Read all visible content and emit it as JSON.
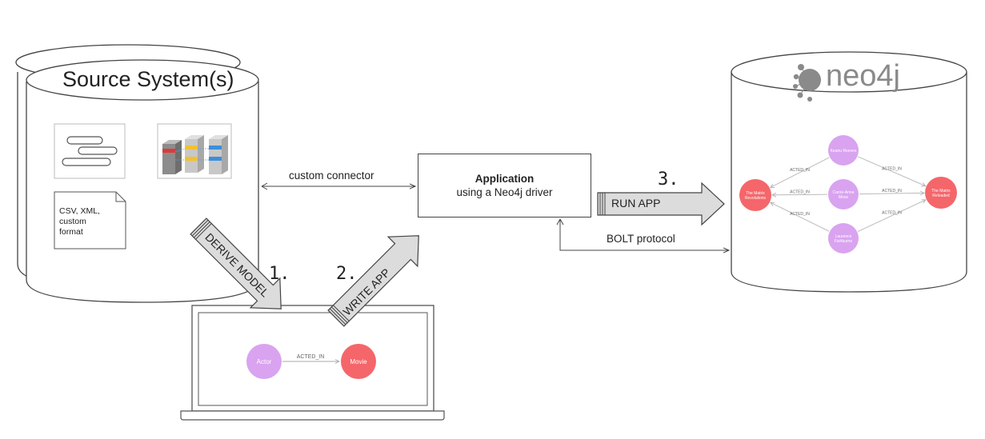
{
  "source_system": {
    "title": "Source System(s)",
    "file_label": "CSV, XML,\ncustom\nformat"
  },
  "application": {
    "title": "Application",
    "subtitle": "using a Neo4j driver"
  },
  "connectors": {
    "custom_connector": "custom connector",
    "bolt_protocol": "BOLT protocol"
  },
  "steps": [
    {
      "number": "1.",
      "label": "DERIVE MODEL"
    },
    {
      "number": "2.",
      "label": "WRITE APP"
    },
    {
      "number": "3.",
      "label": "RUN APP"
    }
  ],
  "laptop_graph": {
    "nodes": [
      {
        "label": "Actor",
        "color": "#d9a3f0"
      },
      {
        "label": "Movie",
        "color": "#f4666a"
      }
    ],
    "edge_label": "ACTED_IN"
  },
  "neo4j": {
    "logo_text": "neo4j",
    "graph": {
      "edge_label": "ACTED_IN",
      "nodes": [
        {
          "label": "The Matrix Revolutions",
          "color": "#f4666a"
        },
        {
          "label": "Keanu Reeves",
          "color": "#d9a3f0"
        },
        {
          "label": "Carrie-Anne Moss",
          "color": "#d9a3f0"
        },
        {
          "label": "Laurence Fishburne",
          "color": "#d9a3f0"
        },
        {
          "label": "The Matrix Reloaded",
          "color": "#f4666a"
        }
      ]
    }
  },
  "colors": {
    "actor": "#d9a3f0",
    "movie": "#f4666a",
    "arrow_fill": "#dcdcdc",
    "stroke": "#444444"
  }
}
